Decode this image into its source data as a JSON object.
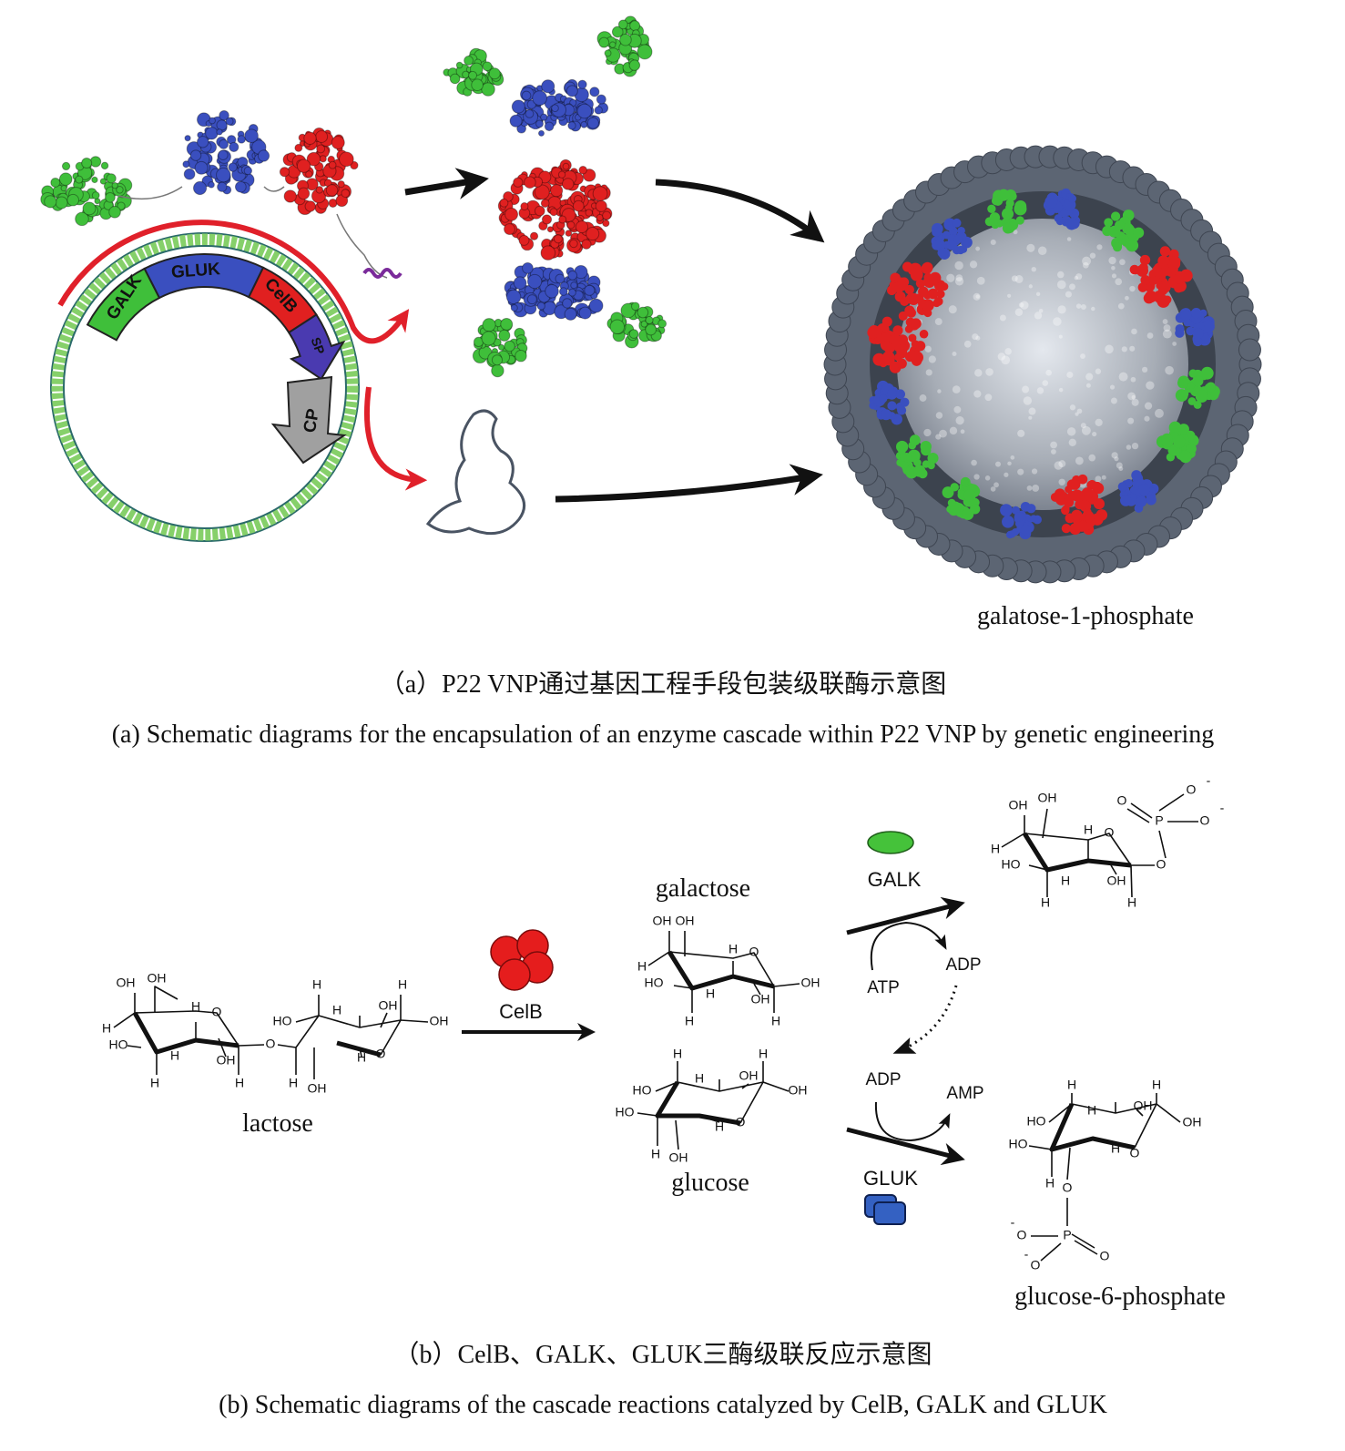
{
  "figure_a": {
    "genes": {
      "galk": "GALK",
      "gluk": "GLUK",
      "celb": "CelB",
      "sp": "SP",
      "cp": "CP"
    },
    "colors": {
      "galk": "#3fbf3a",
      "gluk": "#3a4fbf",
      "celb": "#e02020",
      "sp": "#4a3ab0",
      "cp": "#a0a0a0",
      "capsid": "#5c6573",
      "arrow_red": "#e0202a"
    },
    "capsid_label": "galatose-1-phosphate",
    "caption_cn": "（a）P22 VNP通过基因工程手段包装级联酶示意图",
    "caption_en": "(a) Schematic diagrams for the encapsulation of an enzyme cascade within P22 VNP by genetic engineering"
  },
  "figure_b": {
    "molecules": {
      "lactose": {
        "name": "lactose",
        "atoms": [
          "OH",
          "OH",
          "H",
          "HO",
          "H",
          "O",
          "H",
          "OH",
          "H",
          "H",
          "O",
          "HO",
          "H",
          "H",
          "OH",
          "H",
          "OH",
          "O",
          "H",
          "H",
          "OH"
        ]
      },
      "galactose": {
        "name": "galactose",
        "atoms": [
          "OH",
          "OH",
          "H",
          "HO",
          "H",
          "O",
          "H",
          "OH",
          "OH",
          "H",
          "H"
        ]
      },
      "glucose": {
        "name": "glucose",
        "atoms": [
          "H",
          "H",
          "H",
          "OH",
          "OH",
          "HO",
          "HO",
          "O",
          "H",
          "H",
          "OH"
        ]
      },
      "gal1p": {
        "atoms": [
          "OH",
          "OH",
          "O",
          "O",
          "-",
          "P",
          "O",
          "-",
          "H",
          "HO",
          "H",
          "O",
          "H",
          "OH",
          "O",
          "H",
          "H"
        ]
      },
      "glc6p": {
        "name": "glucose-6-phosphate",
        "atoms": [
          "H",
          "H",
          "H",
          "OH",
          "HO",
          "OH",
          "HO",
          "H",
          "O",
          "H",
          "O",
          "P",
          "O",
          "-",
          "O",
          "O",
          "-"
        ]
      }
    },
    "enzymes": {
      "celb": "CelB",
      "galk": "GALK",
      "gluk": "GLUK"
    },
    "cofactors": {
      "atp": "ATP",
      "adp_top": "ADP",
      "adp_bottom": "ADP",
      "amp": "AMP"
    },
    "caption_cn": "（b）CelB、GALK、GLUK三酶级联反应示意图",
    "caption_en": "(b) Schematic  diagrams of the cascade reactions catalyzed by CelB, GALK and GLUK"
  }
}
